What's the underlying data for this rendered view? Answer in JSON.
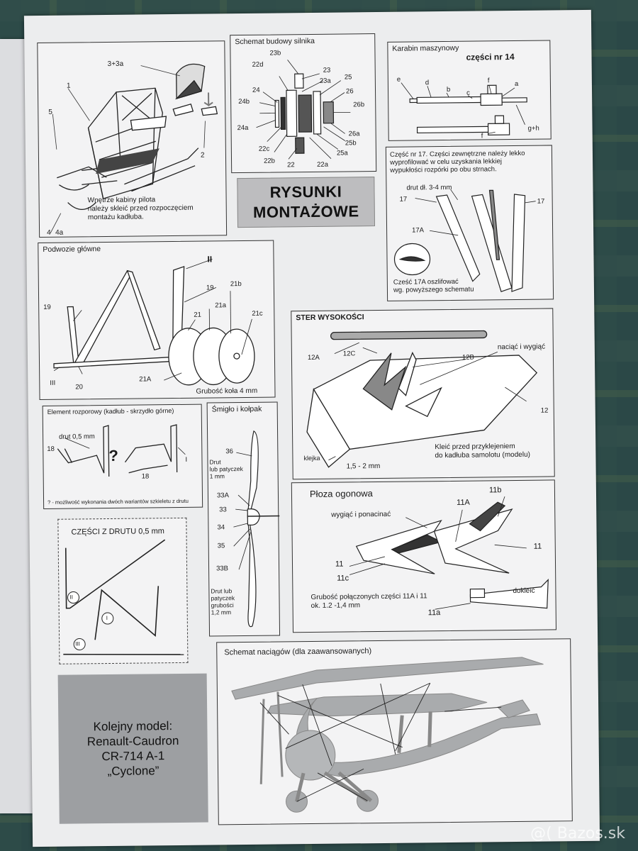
{
  "page": {
    "title_line1": "RYSUNKI",
    "title_line2": "MONTAŻOWE",
    "watermark": "@( Bazos.sk"
  },
  "cabin": {
    "parts": {
      "p33a": "3+3a",
      "p1": "1",
      "p5": "5",
      "p2": "2",
      "p4": "4",
      "p4a": "4a"
    },
    "note": [
      "Wnętrze kabiny pilota",
      "należy skleić przed rozpoczęciem",
      "montażu kadłuba."
    ]
  },
  "engine": {
    "title": "Schemat budowy silnika",
    "parts": {
      "p23b": "23b",
      "p22d": "22d",
      "p23": "23",
      "p23a": "23a",
      "p25": "25",
      "p24": "24",
      "p24b": "24b",
      "p26": "26",
      "p26b": "26b",
      "p24a": "24a",
      "p26a": "26a",
      "p25b": "25b",
      "p22c": "22c",
      "p25a": "25a",
      "p22b": "22b",
      "p22": "22",
      "p22a": "22a"
    }
  },
  "gun": {
    "title": "Karabin maszynowy",
    "parts_title": "części nr 14",
    "parts": {
      "e": "e",
      "d": "d",
      "b": "b",
      "c": "c",
      "f": "f",
      "a": "a",
      "gh": "g+h",
      "f2": "f"
    }
  },
  "strut17": {
    "note": [
      "Część nr 17. Części zewnętrzne należy lekko",
      "wyprofilować w celu uzyskania lekkiej",
      "wypukłości rozpórki po obu strnach."
    ],
    "wire": "drut dł. 3-4 mm",
    "parts": {
      "p17l": "17",
      "p17r": "17",
      "p17a": "17A"
    },
    "note2": [
      "Cześć 17A oszlifować",
      "wg. powyższego schematu"
    ]
  },
  "gear": {
    "title": "Podwozie główne",
    "parts": {
      "pII": "II",
      "p19a": "19",
      "p21b": "21b",
      "p19b": "19",
      "p21a": "21a",
      "p21": "21",
      "p21c": "21c",
      "pIII": "III",
      "p20": "20",
      "p21A": "21A"
    },
    "thickness": "Grubość koła 4 mm"
  },
  "elevator": {
    "title": "STER WYSOKOŚCI",
    "parts": {
      "p12A": "12A",
      "p12C": "12C",
      "p12B": "12B",
      "p12": "12"
    },
    "bend": "naciąć i wygiąć",
    "glue": "klejka",
    "size": "1,5 - 2 mm",
    "note": [
      "Kleić przed przyklejeniem",
      "do kadłuba samolotu (modelu)"
    ]
  },
  "strut_element": {
    "title": "Element rozporowy (kadłub - skrzydło górne)",
    "wire": "drut 0,5 mm",
    "parts": {
      "p18a": "18",
      "p18b": "18",
      "pI": "I"
    },
    "question": "?",
    "footnote": "? - możliwość wykonania dwóch wariantów szkieletu z drutu"
  },
  "prop": {
    "title": "Śmigło i kołpak",
    "parts": {
      "p36": "36",
      "p33A": "33A",
      "p33": "33",
      "p34": "34",
      "p35": "35",
      "p33B": "33B"
    },
    "wire1": [
      "Drut",
      "lub patyczek",
      "1 mm"
    ],
    "wire2": [
      "Drut lub",
      "patyczek",
      "grubości",
      "1,2 mm"
    ]
  },
  "skid": {
    "title": "Płoza ogonowa",
    "bend": "wygiąć i ponacinać",
    "parts": {
      "p11A": "11A",
      "p11b": "11b",
      "p11l": "11",
      "p11r": "11",
      "p11c": "11c",
      "p11a": "11a"
    },
    "thickness": [
      "Grubość połączonych części 11A i 11",
      "ok. 1.2 -1,4 mm"
    ],
    "glue": "dokleić"
  },
  "wire_parts": {
    "title": "CZĘŚCI Z DRUTU 0,5 mm",
    "parts": {
      "pII": "II",
      "pI": "I",
      "pIII": "III"
    }
  },
  "next_model": {
    "lines": [
      "Kolejny model:",
      "Renault-Caudron",
      "CR-714 A-1",
      "„Cyclone”"
    ]
  },
  "rigging": {
    "title": "Schemat naciągów (dla zaawansowanych)"
  }
}
